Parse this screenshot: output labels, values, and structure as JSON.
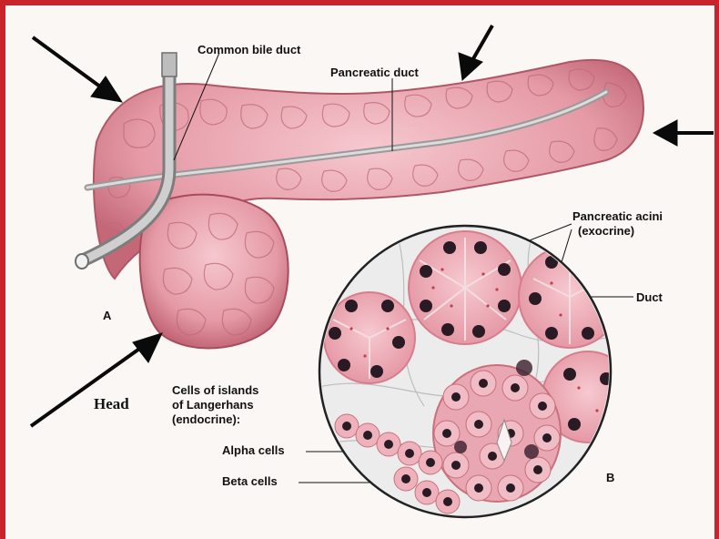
{
  "labels": {
    "common_bile_duct": "Common bile duct",
    "pancreatic_duct": "Pancreatic duct",
    "pancreatic_acini": "Pancreatic acini",
    "exocrine": "(exocrine)",
    "duct": "Duct",
    "panel_a": "A",
    "panel_b": "B",
    "head": "Head",
    "islets_line1": "Cells of islands",
    "islets_line2": "of Langerhans",
    "islets_line3": "(endocrine):",
    "alpha_cells": "Alpha cells",
    "beta_cells": "Beta cells"
  },
  "colors": {
    "frame_border": "#c8242c",
    "tissue": "#e8a0a8",
    "tissue_dark": "#c9707c",
    "cell_pink": "#f2b7c0",
    "nucleus": "#2a1a24",
    "duct_gray": "#b8b8b8"
  }
}
